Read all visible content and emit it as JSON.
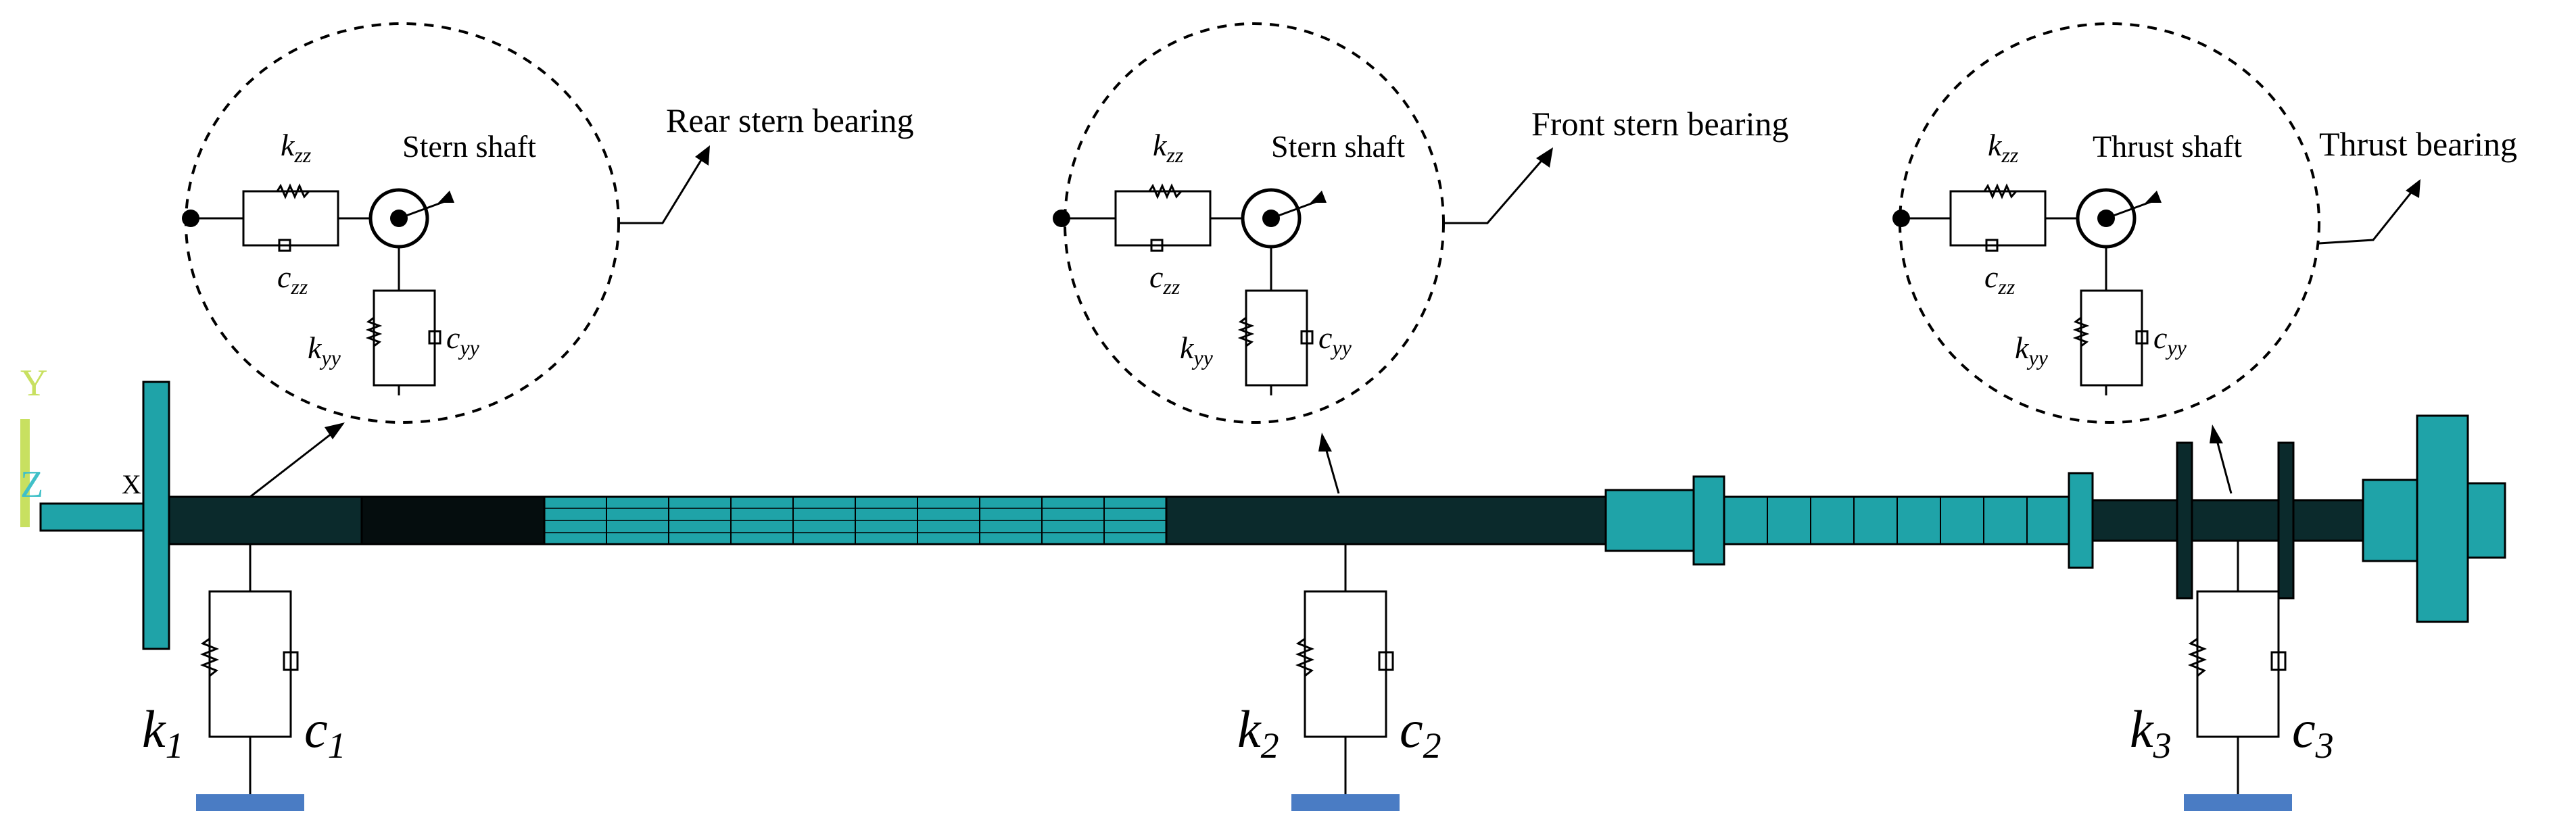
{
  "axis_triad": {
    "y_label": "Y",
    "z_label": "Z",
    "x_label": "X"
  },
  "bearings": [
    {
      "id": "rear",
      "bearing_label": "Rear stern bearing",
      "shaft_label": "Stern shaft",
      "k_horizontal": {
        "base": "k",
        "sub": "zz"
      },
      "c_horizontal": {
        "base": "c",
        "sub": "zz"
      },
      "k_vertical": {
        "base": "k",
        "sub": "yy"
      },
      "c_vertical": {
        "base": "c",
        "sub": "yy"
      },
      "k_support": {
        "base": "k",
        "sub": "1"
      },
      "c_support": {
        "base": "c",
        "sub": "1"
      }
    },
    {
      "id": "front",
      "bearing_label": "Front stern bearing",
      "shaft_label": "Stern shaft",
      "k_horizontal": {
        "base": "k",
        "sub": "zz"
      },
      "c_horizontal": {
        "base": "c",
        "sub": "zz"
      },
      "k_vertical": {
        "base": "k",
        "sub": "yy"
      },
      "c_vertical": {
        "base": "c",
        "sub": "yy"
      },
      "k_support": {
        "base": "k",
        "sub": "2"
      },
      "c_support": {
        "base": "c",
        "sub": "2"
      }
    },
    {
      "id": "thrust",
      "bearing_label": "Thrust bearing",
      "shaft_label": "Thrust shaft",
      "k_horizontal": {
        "base": "k",
        "sub": "zz"
      },
      "c_horizontal": {
        "base": "c",
        "sub": "zz"
      },
      "k_vertical": {
        "base": "k",
        "sub": "yy"
      },
      "c_vertical": {
        "base": "c",
        "sub": "yy"
      },
      "k_support": {
        "base": "k",
        "sub": "3"
      },
      "c_support": {
        "base": "c",
        "sub": "3"
      }
    }
  ],
  "colors": {
    "mesh_fill": "#1fa3a8",
    "mesh_dense": "#0b2a2c",
    "ground_block": "#4a7cc4",
    "triad_y": "#c8e060",
    "triad_z": "#40c0c8"
  }
}
